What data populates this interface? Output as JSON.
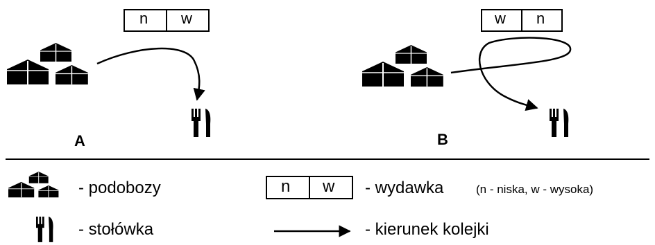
{
  "panels": {
    "a": {
      "letter": "A",
      "box": [
        "n",
        "w"
      ]
    },
    "b": {
      "letter": "B",
      "box": [
        "w",
        "n"
      ]
    }
  },
  "legend": {
    "camps": "- podobozy",
    "canteen": "- stołówka",
    "box_cells": [
      "n",
      "w"
    ],
    "distribution": "- wydawka",
    "distribution_note": "(n - niska, w - wysoka)",
    "direction": "- kierunek kolejki"
  },
  "colors": {
    "ink": "#000000",
    "background": "#ffffff"
  },
  "icons": [
    "tent-group-icon",
    "fork-knife-icon",
    "arrow-right-icon"
  ]
}
